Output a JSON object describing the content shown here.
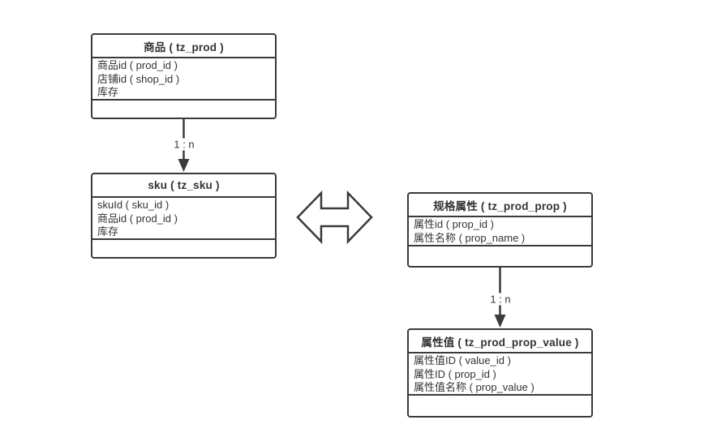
{
  "diagram": {
    "type": "entity-relationship",
    "colors": {
      "line": "#3a3a3a",
      "text": "#333333",
      "background": "#ffffff"
    },
    "entities": [
      {
        "id": "tz_prod",
        "title": "商品 ( tz_prod )",
        "fields": [
          "商品id ( prod_id )",
          "店铺id ( shop_id )",
          "库存"
        ]
      },
      {
        "id": "tz_sku",
        "title": "sku ( tz_sku )",
        "fields": [
          "skuId ( sku_id )",
          "商品id ( prod_id )",
          "库存"
        ]
      },
      {
        "id": "tz_prod_prop",
        "title": "规格属性 ( tz_prod_prop )",
        "fields": [
          "属性id ( prop_id )",
          "属性名称 ( prop_name )"
        ]
      },
      {
        "id": "tz_prod_prop_value",
        "title": "属性值 ( tz_prod_prop_value )",
        "fields": [
          "属性值ID ( value_id )",
          "属性ID ( prop_id )",
          "属性值名称 ( prop_value )"
        ]
      }
    ],
    "connectors": [
      {
        "type": "one-to-many-arrow",
        "from": "tz_prod",
        "to": "tz_sku",
        "label": "1 : n"
      },
      {
        "type": "one-to-many-arrow",
        "from": "tz_prod_prop",
        "to": "tz_prod_prop_value",
        "label": "1 : n"
      },
      {
        "type": "bidirectional-arrow",
        "from": "tz_sku",
        "to": "tz_prod_prop",
        "label": ""
      }
    ]
  }
}
